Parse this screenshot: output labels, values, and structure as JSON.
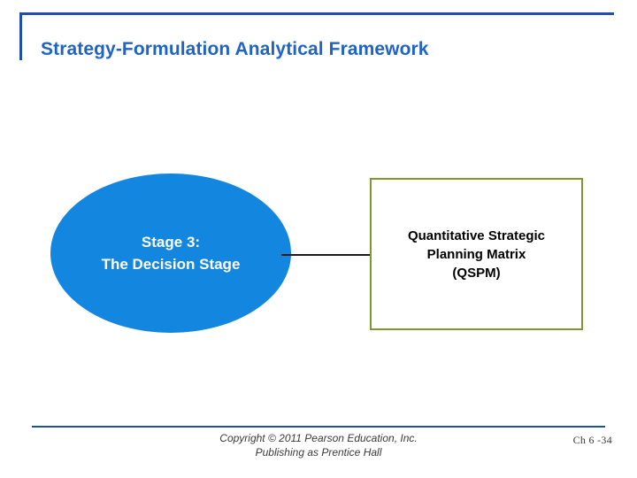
{
  "slide": {
    "title": "Strategy-Formulation Analytical Framework",
    "ellipse": {
      "label": "Stage 3:\nThe Decision Stage"
    },
    "box": {
      "label": "Quantitative Strategic\nPlanning Matrix\n(QSPM)"
    },
    "footer": {
      "copyright": "Copyright © 2011 Pearson Education, Inc.\nPublishing as Prentice Hall",
      "page": "Ch 6 -34"
    },
    "colors": {
      "accent_blue": "#1f4fa8",
      "title_blue": "#1f63c4",
      "ellipse_fill": "#1386e0",
      "box_border": "#7a9a2b",
      "connector": "#1a1a1a"
    }
  }
}
